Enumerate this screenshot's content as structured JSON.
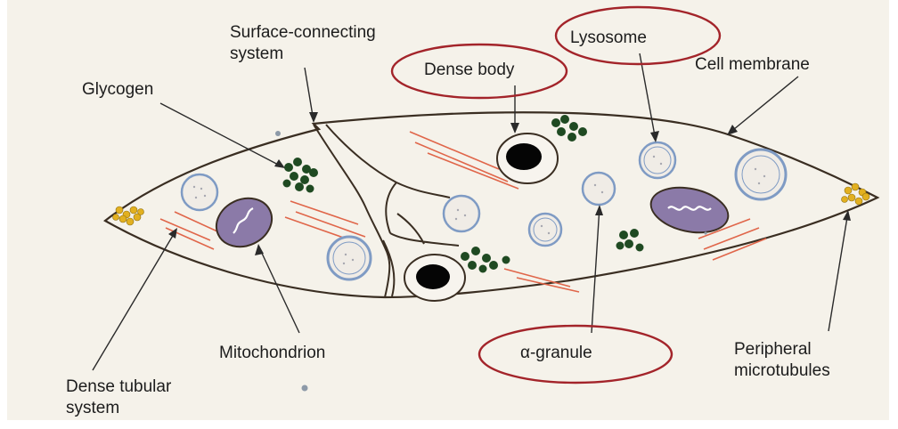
{
  "labels": {
    "surface_connecting": [
      "Surface-connecting",
      "system"
    ],
    "glycogen": "Glycogen",
    "dense_body": "Dense body",
    "lysosome": "Lysosome",
    "cell_membrane": "Cell membrane",
    "mitochondrion": "Mitochondrion",
    "alpha_granule": "α-granule",
    "peripheral_microtubules": [
      "Peripheral",
      "microtubules"
    ],
    "dense_tubular_system": [
      "Dense tubular",
      "system"
    ]
  },
  "highlighted": [
    "dense_body",
    "lysosome",
    "alpha_granule"
  ],
  "colors": {
    "background": "#f5f2ea",
    "membrane": "#3a2e22",
    "highlight_ellipse": "#a3242a",
    "mitochondrion": "#8b7aa8",
    "granule_ring": "#7f9bc4",
    "glycogen": "#1f4a22",
    "dense_tubules": "#e0664a",
    "microtubules": "#e2b020"
  }
}
